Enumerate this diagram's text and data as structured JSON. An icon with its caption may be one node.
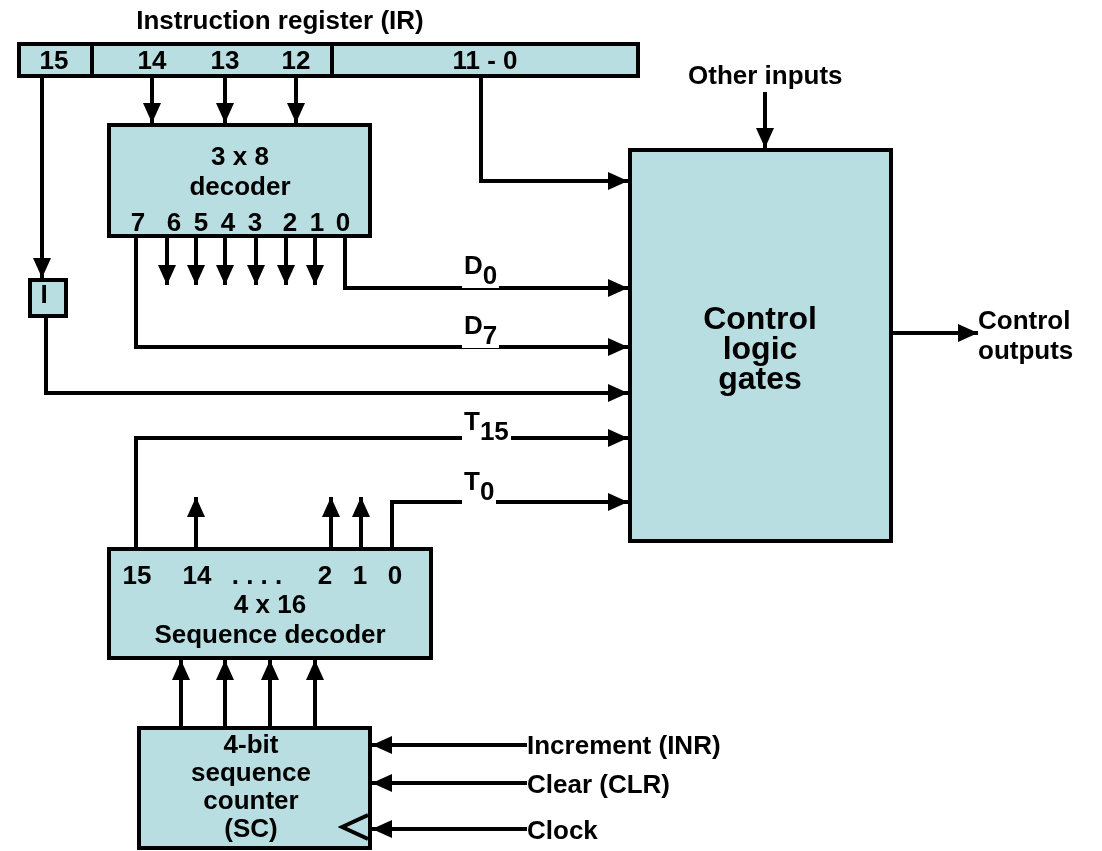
{
  "diagram": {
    "nodes": [
      {
        "text": [
          "Instruction register (IR)"
        ]
      },
      {
        "text": [
          "15"
        ],
        "in": 0
      },
      {
        "text": [
          "14",
          "13",
          "12"
        ],
        "in": 0
      },
      {
        "text": [
          "11 - 0"
        ],
        "in": 0
      },
      {
        "text": [
          "3 x 8 decoder",
          "7",
          "6",
          "5",
          "4",
          "3",
          "2",
          "1",
          "0"
        ]
      },
      {
        "text": [
          "I"
        ]
      },
      {
        "text": [
          "Control logic gates"
        ]
      },
      {
        "text": [
          "15",
          "14",
          ". . . .",
          "2",
          "1",
          "0",
          "4 x 16 Sequence decoder"
        ]
      },
      {
        "text": [
          "4-bit sequence counter (SC)"
        ]
      },
      {
        "text": [
          "Other inputs"
        ]
      },
      {
        "text": [
          "Control outputs"
        ]
      },
      {
        "text": [
          "Increment (INR)"
        ]
      },
      {
        "text": [
          "Clear (CLR)"
        ]
      },
      {
        "text": [
          "Clock"
        ]
      }
    ],
    "edges": [
      {
        "from": 1,
        "to": 5,
        "arrow": "to"
      },
      {
        "from": 2,
        "to": 4,
        "arrow": "to"
      },
      {
        "from": 2,
        "to": 4,
        "arrow": "to"
      },
      {
        "from": 2,
        "to": 4,
        "arrow": "to"
      },
      {
        "from": 3,
        "to": 6,
        "arrow": "to"
      },
      {
        "from": 9,
        "to": 6,
        "arrow": "to"
      },
      {
        "from": 4,
        "to": 6,
        "arrow": "to",
        "label": "D$_{0}$"
      },
      {
        "from": 4,
        "to": 6,
        "arrow": "to",
        "label": "D$_{7}$"
      },
      {
        "from": 5,
        "to": 6,
        "arrow": "to"
      },
      {
        "from": 7,
        "to": 6,
        "arrow": "to",
        "label": "T$_{15}$"
      },
      {
        "from": 7,
        "to": 6,
        "arrow": "to",
        "label": "T$_{0}$"
      },
      {
        "from": 4,
        "to": null,
        "arrow": "to"
      },
      {
        "from": 4,
        "to": null,
        "arrow": "to"
      },
      {
        "from": 4,
        "to": null,
        "arrow": "to"
      },
      {
        "from": 4,
        "to": null,
        "arrow": "to"
      },
      {
        "from": 4,
        "to": null,
        "arrow": "to"
      },
      {
        "from": 4,
        "to": null,
        "arrow": "to"
      },
      {
        "from": 7,
        "to": null,
        "arrow": "to"
      },
      {
        "from": 7,
        "to": null,
        "arrow": "to"
      },
      {
        "from": 7,
        "to": null,
        "arrow": "to"
      },
      {
        "from": 8,
        "to": 7,
        "arrow": "to"
      },
      {
        "from": 8,
        "to": 7,
        "arrow": "to"
      },
      {
        "from": 8,
        "to": 7,
        "arrow": "to"
      },
      {
        "from": 8,
        "to": 7,
        "arrow": "to"
      },
      {
        "from": 6,
        "to": 10,
        "arrow": "to"
      },
      {
        "from": 11,
        "to": 8,
        "arrow": "to"
      },
      {
        "from": 12,
        "to": 8,
        "arrow": "to"
      },
      {
        "from": 13,
        "to": 8,
        "arrow": "to"
      }
    ]
  }
}
